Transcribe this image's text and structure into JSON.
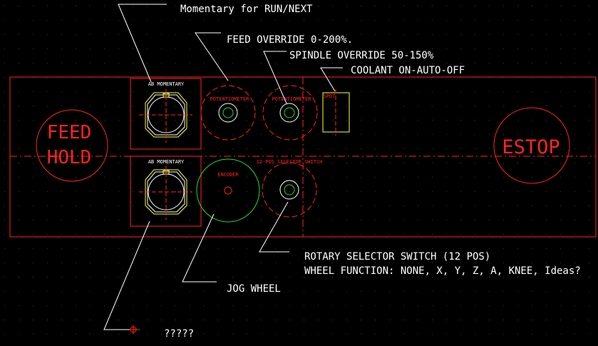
{
  "colors": {
    "background": "#000000",
    "grid_dot": "#3a3a3a",
    "red": "#ff2222",
    "white": "#ffffff",
    "green": "#22dd22",
    "yellow": "#ffff33"
  },
  "callouts": {
    "momentary": "Momentary for RUN/NEXT",
    "feed_override": "FEED OVERRIDE 0-200%.",
    "spindle_override": "SPINDLE OVERRIDE 50-150%",
    "coolant": "COOLANT ON-AUTO-OFF",
    "rotary_line1": "ROTARY SELECTOR SWITCH (12 POS)",
    "rotary_line2": "WHEEL FUNCTION: NONE, X, Y, Z, A, KNEE, Ideas?",
    "jog_wheel": "JOG WHEEL",
    "unknown": "?????"
  },
  "components": {
    "ab_momentary_top": "AB MOMENTARY",
    "ab_momentary_bottom": "AB MOMENTARY",
    "pot_feed": "POTENTIOMETER",
    "pot_spindle": "POTENTIOMETER",
    "spdt": "SPDT",
    "encoder": "ENCODER",
    "selector": "12-POS SELECTOR SWITCH",
    "feed_hold_line1": "FEED",
    "feed_hold_line2": "HOLD",
    "estop": "ESTOP"
  }
}
